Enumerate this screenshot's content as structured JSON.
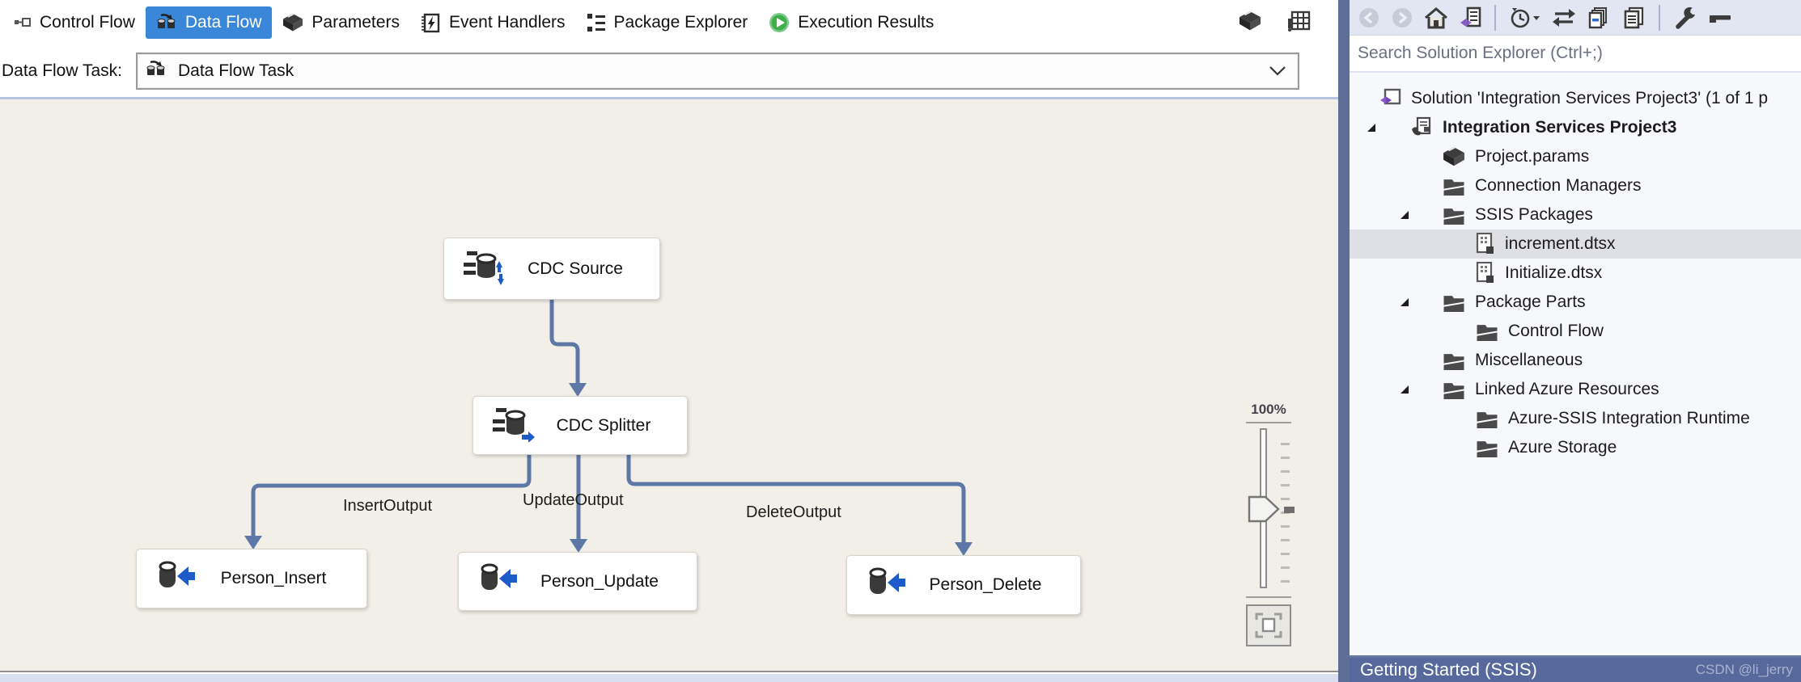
{
  "editor_tabs": [
    {
      "label": "Control Flow",
      "icon": "control-flow-icon",
      "active": false
    },
    {
      "label": "Data Flow",
      "icon": "data-flow-icon",
      "active": true
    },
    {
      "label": "Parameters",
      "icon": "parameters-icon",
      "active": false
    },
    {
      "label": "Event Handlers",
      "icon": "event-handlers-icon",
      "active": false
    },
    {
      "label": "Package Explorer",
      "icon": "package-explorer-icon",
      "active": false
    },
    {
      "label": "Execution Results",
      "icon": "execution-results-icon",
      "active": false
    }
  ],
  "tab_strip_right_icons": [
    "package-icon",
    "variables-grid-icon"
  ],
  "task_selector": {
    "label": "Data Flow Task:",
    "value": "Data Flow Task",
    "icon": "data-flow-task-icon"
  },
  "diagram": {
    "nodes": [
      {
        "id": "cdc-source",
        "label": "CDC Source",
        "icon": "cdc-source-icon"
      },
      {
        "id": "cdc-splitter",
        "label": "CDC Splitter",
        "icon": "cdc-splitter-icon"
      },
      {
        "id": "person-insert",
        "label": "Person_Insert",
        "icon": "oledb-destination-icon"
      },
      {
        "id": "person-update",
        "label": "Person_Update",
        "icon": "oledb-destination-icon"
      },
      {
        "id": "person-delete",
        "label": "Person_Delete",
        "icon": "oledb-destination-icon"
      }
    ],
    "edges": [
      {
        "from": "cdc-source",
        "to": "cdc-splitter",
        "label": ""
      },
      {
        "from": "cdc-splitter",
        "to": "person-insert",
        "label": "InsertOutput"
      },
      {
        "from": "cdc-splitter",
        "to": "person-update",
        "label": "UpdateOutput"
      },
      {
        "from": "cdc-splitter",
        "to": "person-delete",
        "label": "DeleteOutput"
      }
    ],
    "edge_labels": {
      "insert": "InsertOutput",
      "update": "UpdateOutput",
      "delete": "DeleteOutput"
    },
    "zoom_control": {
      "level": "100%"
    }
  },
  "solution_explorer": {
    "search_placeholder": "Search Solution Explorer (Ctrl+;)",
    "tree": [
      {
        "label": "Solution 'Integration Services Project3' (1 of 1 p",
        "icon": "solution",
        "level": 0,
        "expanded": false,
        "bold": false,
        "selected": false
      },
      {
        "label": "Integration Services Project3",
        "icon": "project",
        "level": 1,
        "expanded": true,
        "bold": true,
        "selected": false
      },
      {
        "label": "Project.params",
        "icon": "params",
        "level": 2,
        "expanded": false,
        "bold": false,
        "selected": false
      },
      {
        "label": "Connection Managers",
        "icon": "folder",
        "level": 2,
        "expanded": false,
        "bold": false,
        "selected": false
      },
      {
        "label": "SSIS Packages",
        "icon": "folder",
        "level": 2,
        "expanded": true,
        "bold": false,
        "selected": false
      },
      {
        "label": "increment.dtsx",
        "icon": "dtsx",
        "level": 3,
        "expanded": false,
        "bold": false,
        "selected": true
      },
      {
        "label": "Initialize.dtsx",
        "icon": "dtsx",
        "level": 3,
        "expanded": false,
        "bold": false,
        "selected": false
      },
      {
        "label": "Package Parts",
        "icon": "folder",
        "level": 2,
        "expanded": true,
        "bold": false,
        "selected": false
      },
      {
        "label": "Control Flow",
        "icon": "folder",
        "level": 3,
        "expanded": false,
        "bold": false,
        "selected": false
      },
      {
        "label": "Miscellaneous",
        "icon": "folder",
        "level": 2,
        "expanded": false,
        "bold": false,
        "selected": false
      },
      {
        "label": "Linked Azure Resources",
        "icon": "folder",
        "level": 2,
        "expanded": true,
        "bold": false,
        "selected": false
      },
      {
        "label": "Azure-SSIS Integration Runtime",
        "icon": "folder",
        "level": 3,
        "expanded": false,
        "bold": false,
        "selected": false
      },
      {
        "label": "Azure Storage",
        "icon": "folder",
        "level": 3,
        "expanded": false,
        "bold": false,
        "selected": false
      }
    ],
    "toolbar_icons": [
      "back",
      "forward",
      "home",
      "switch-views",
      "pending-changes",
      "refresh",
      "show-all-files",
      "collapse-all",
      "properties",
      "preview"
    ],
    "bottom_tab": "Getting Started (SSIS)",
    "watermark": "CSDN @li_jerry"
  },
  "colors": {
    "active_tab": "#3a87d9",
    "canvas_bg": "#f1efe7",
    "connector": "#5d78a6",
    "accent_blue_icon": "#1d5bc8",
    "panel_bg": "#f7f8fc",
    "toolbar_bg": "#e2e6f2",
    "splitter": "#5e6e96",
    "bottom_bar": "#57699c",
    "selected_row": "#dfe0e5",
    "execution_green": "#3daf46",
    "purple_vs": "#8a57c9"
  }
}
